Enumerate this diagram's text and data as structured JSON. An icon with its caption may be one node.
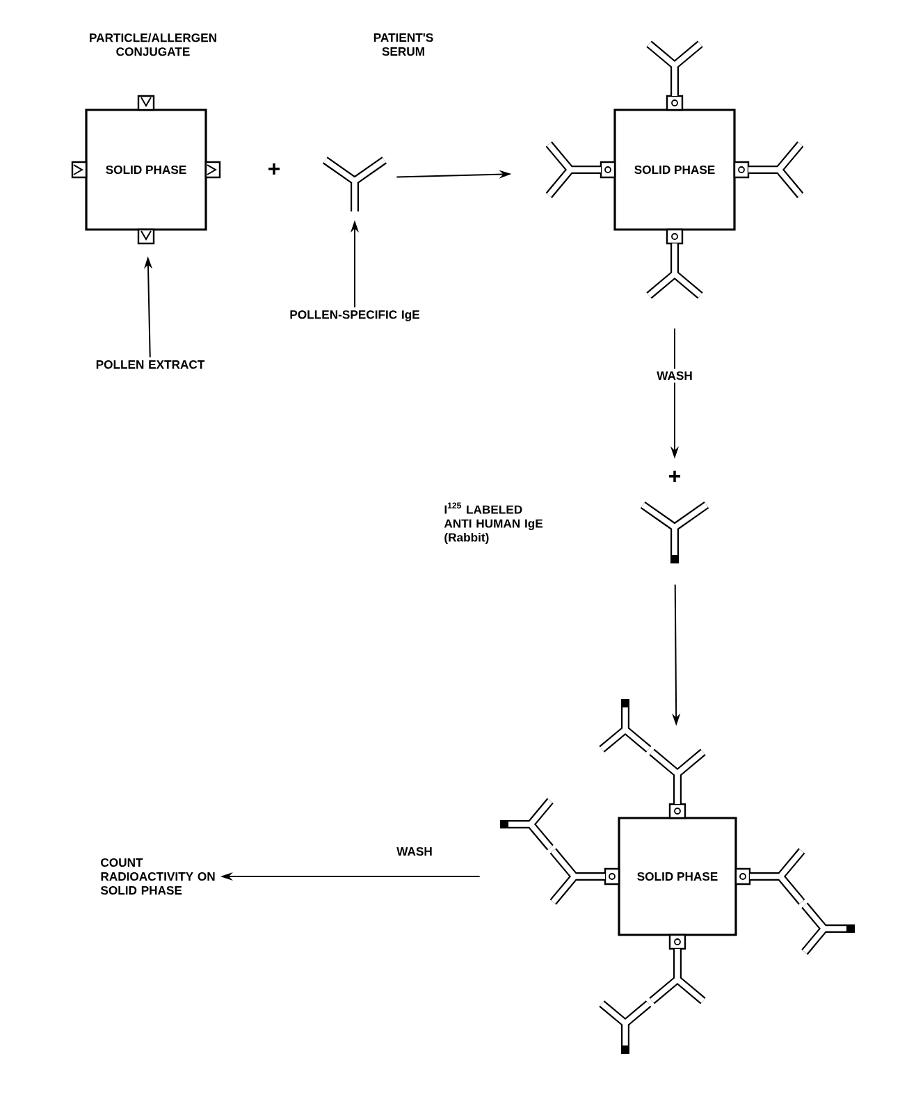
{
  "diagram": {
    "nodes": [
      {
        "text": [
          "SOLID PHASE"
        ]
      },
      {
        "text": [],
        "shape": "picture"
      },
      {
        "text": [
          "POLLEN EXTRACT"
        ]
      },
      {
        "text": [
          "POLLEN-SPECIFIC IgE"
        ]
      },
      {
        "text": [
          "SOLID PHASE"
        ]
      },
      {
        "text": [],
        "shape": "picture"
      },
      {
        "text": [
          "SOLID PHASE"
        ]
      },
      {
        "text": [
          "COUNT RADIOACTIVITY ON SOLID PHASE"
        ]
      }
    ],
    "edges": [
      {
        "from": 2,
        "to": 0,
        "arrow": "to"
      },
      {
        "from": 3,
        "to": 1,
        "arrow": "to"
      },
      {
        "from": 1,
        "to": 4,
        "arrow": "to"
      },
      {
        "from": 4,
        "to": 5,
        "arrow": "to",
        "label": "WASH"
      },
      {
        "from": 5,
        "to": 6,
        "arrow": "to"
      },
      {
        "from": 6,
        "to": 7,
        "arrow": "to",
        "label": "WASH"
      }
    ],
    "labels": [
      "PARTICLE/ALLERGEN CONJUGATE",
      "PATIENT'S SERUM",
      "+",
      "+",
      "I$^{125}$ LABELED ANTI HUMAN IgE (Rabbit)"
    ]
  }
}
